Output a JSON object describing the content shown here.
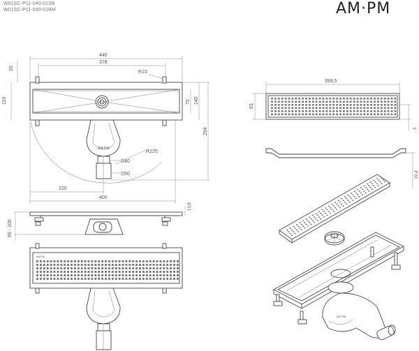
{
  "header": {
    "codes": [
      "W01SC-P11-040-01SB",
      "W01SC-P11-040-01BM"
    ],
    "logo": "AM·PM"
  },
  "dimensions": {
    "top_view": {
      "overall_width": "440",
      "inner_width": "378",
      "corner_radius": "R15",
      "radius_large": "R225",
      "left_offset": "20",
      "height_outer": "110",
      "height_70": "70",
      "height_140": "140",
      "height_294": "294",
      "outlet_d40": "D40",
      "outlet_d50": "D50",
      "center_offset": "220",
      "length_400": "400"
    },
    "front_view": {
      "height_13_8": "13,8",
      "height_range": "65 - 100"
    },
    "grate_view": {
      "length": "393,5",
      "height": "63"
    },
    "profile_view": {
      "height_22_4": "22,4"
    }
  },
  "stamp": "AM·PM"
}
